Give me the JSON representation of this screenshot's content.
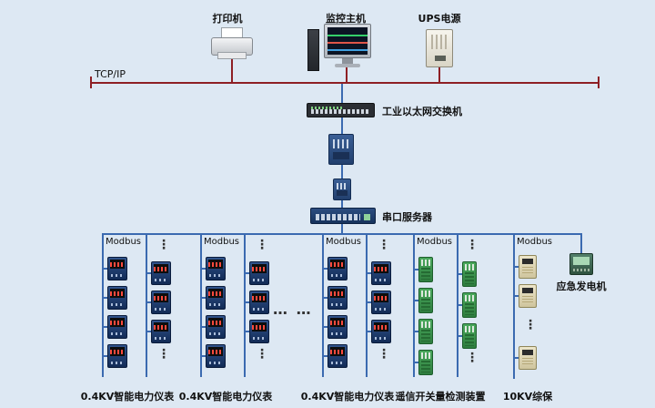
{
  "background": "#dde8f3",
  "colors": {
    "tcpip_line": "#8e1f24",
    "bus_line": "#3b6ab0"
  },
  "tcpip_label": "TCP/IP",
  "top_devices": [
    {
      "name": "printer",
      "label": "打印机"
    },
    {
      "name": "monitoring-host",
      "label": "监控主机"
    },
    {
      "name": "ups-power",
      "label": "UPS电源"
    }
  ],
  "switch_label": "工业以太网交换机",
  "serial_server_label": "串口服务器",
  "generator_label": "应急发电机",
  "ellipsis_vertical": "⋮",
  "ellipsis_horizontal": "… …",
  "groups": [
    {
      "bus_label": "Modbus",
      "caption": "0.4KV智能电力仪表",
      "device": "power-meter",
      "device_counts": [
        4,
        3
      ]
    },
    {
      "bus_label": "Modbus",
      "caption": "0.4KV智能电力仪表",
      "device": "power-meter",
      "device_counts": [
        4,
        3
      ]
    },
    {
      "bus_label": "Modbus",
      "caption": "0.4KV智能电力仪表",
      "device": "power-meter",
      "device_counts": [
        4,
        3
      ]
    },
    {
      "bus_label": "Modbus",
      "caption": "遥信开关量检测装置",
      "device": "io-module",
      "device_counts": [
        4,
        3
      ]
    },
    {
      "bus_label": "Modbus",
      "caption": "10KV综保",
      "device": "protection-relay",
      "device_counts": [
        2,
        1
      ]
    }
  ]
}
